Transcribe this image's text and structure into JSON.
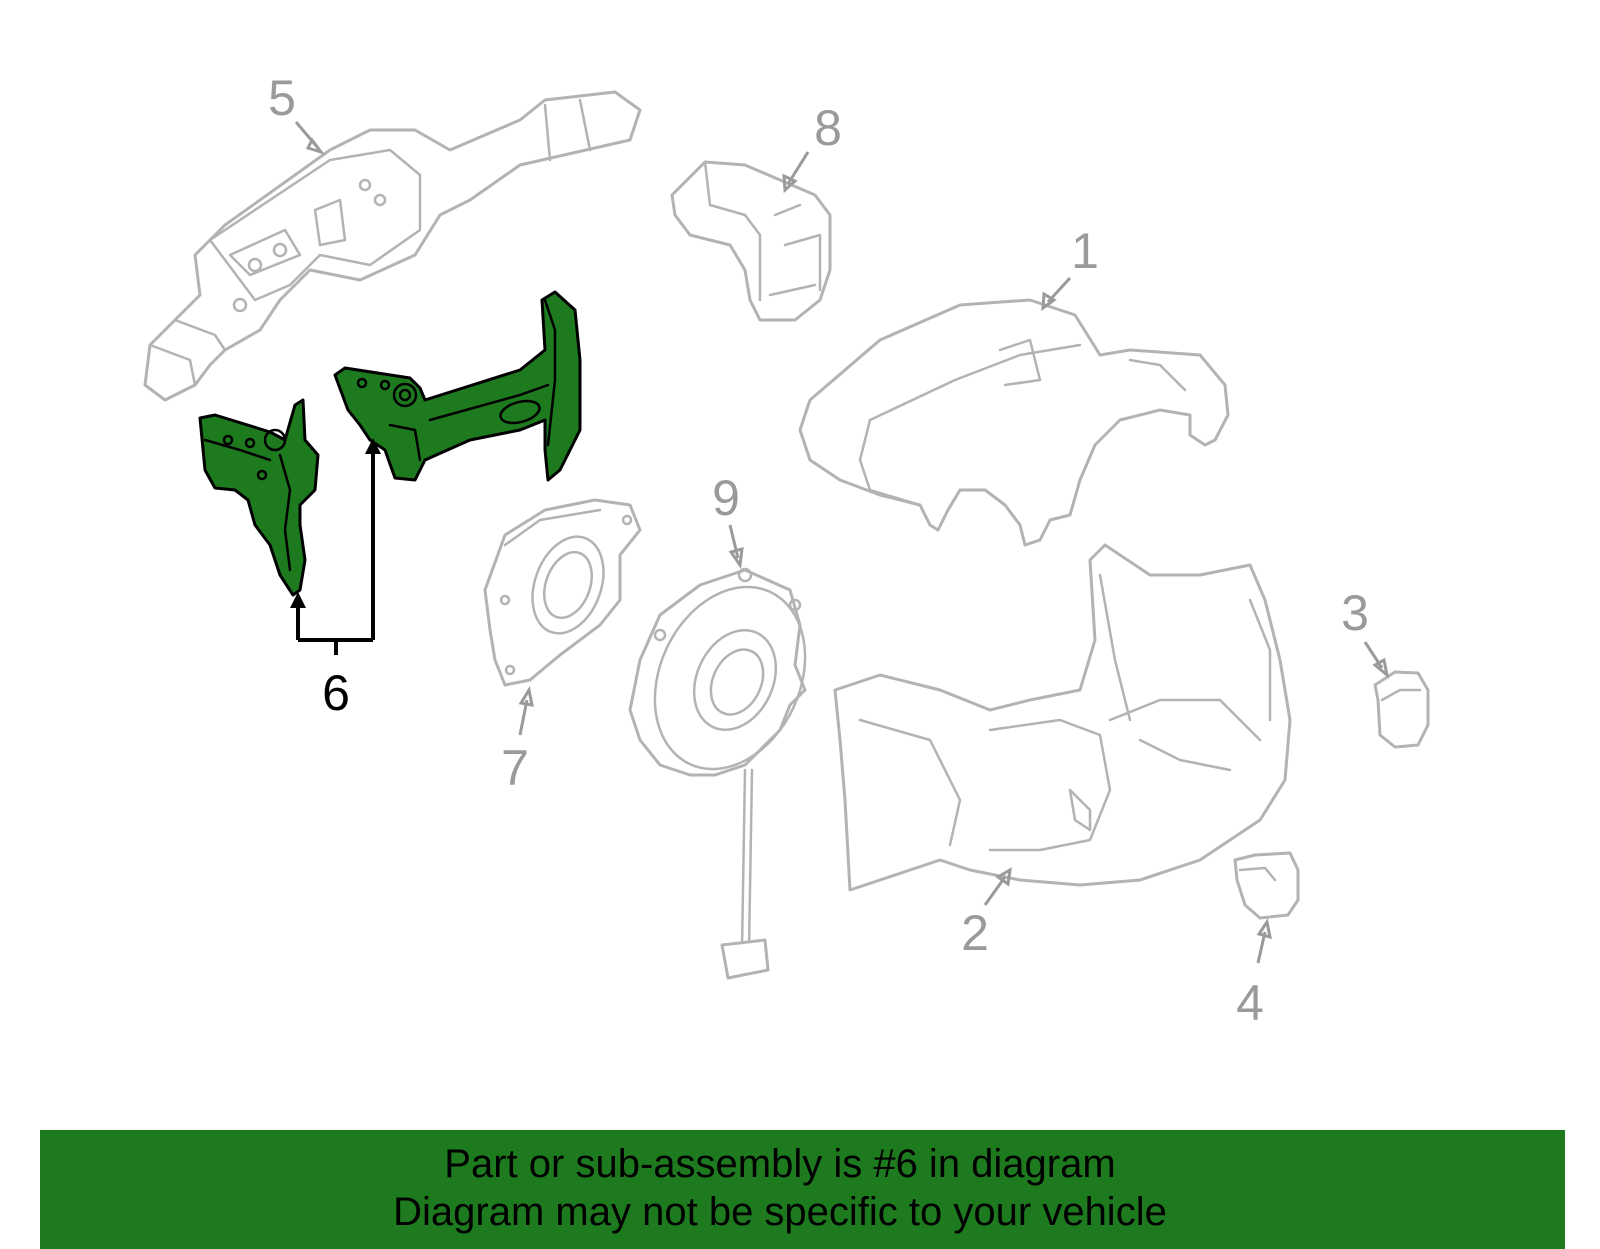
{
  "diagram": {
    "callouts": {
      "c1": "1",
      "c2": "2",
      "c3": "3",
      "c4": "4",
      "c5": "5",
      "c6": "6",
      "c7": "7",
      "c8": "8",
      "c9": "9"
    },
    "highlight_color": "#1e7a1e",
    "part_outline_color": "#b3b3b3"
  },
  "footer": {
    "background": "#1e7a1e",
    "line1": "Part or sub-assembly is #6 in diagram",
    "line2": "Diagram may not be specific to your vehicle"
  }
}
